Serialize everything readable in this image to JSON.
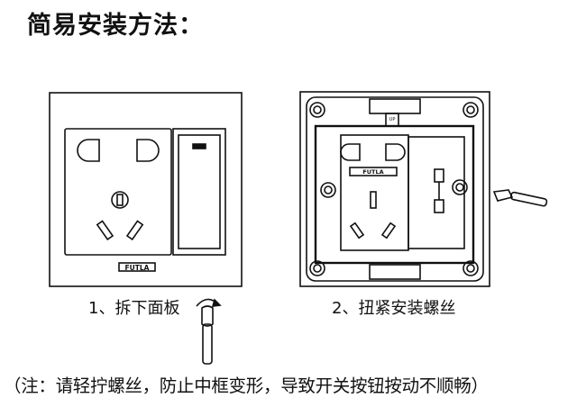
{
  "title": "简易安装方法：",
  "steps": [
    {
      "label": "1、拆下面板"
    },
    {
      "label": "2、扭紧安装螺丝"
    }
  ],
  "note": "（注：请轻拧螺丝，防止中框变形，导致开关按钮按动不顺畅）",
  "brand_logo": "FUTLA",
  "frame_mark": "UP"
}
